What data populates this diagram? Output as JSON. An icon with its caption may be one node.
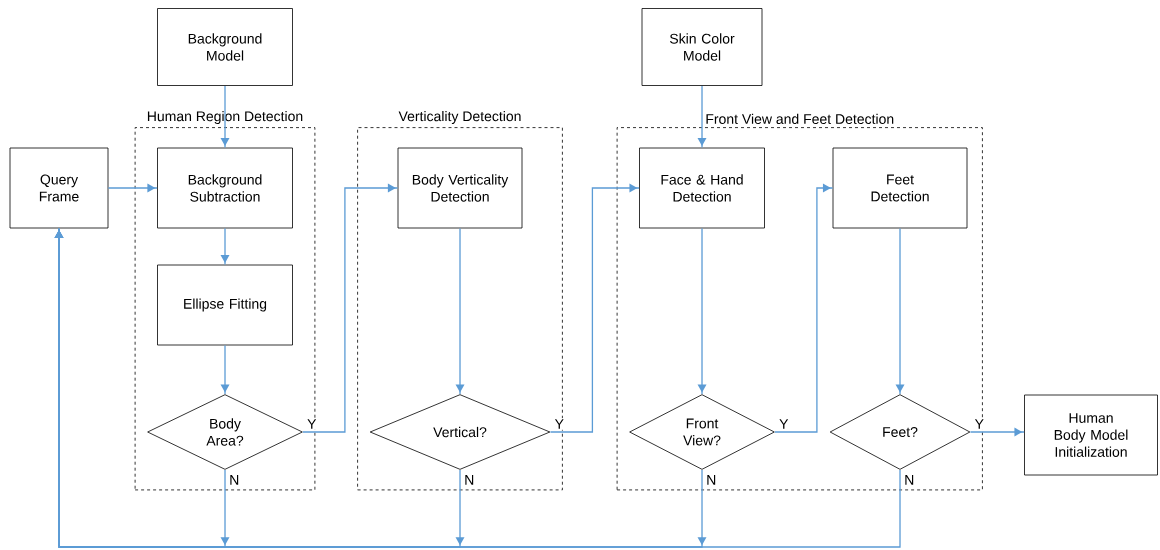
{
  "diagram": {
    "nodes": [
      {
        "text": [
          "Background Model"
        ]
      },
      {
        "text": [
          "Skin Color Model"
        ]
      },
      {
        "text": [
          "Query Frame"
        ]
      },
      {
        "text": [
          "Human Region Detection"
        ]
      },
      {
        "text": [
          "Background Subtraction"
        ],
        "in": 3
      },
      {
        "text": [
          "Ellipse Fitting"
        ],
        "in": 3
      },
      {
        "text": [
          "Body Area?"
        ],
        "in": 3
      },
      {
        "text": [
          "Verticality Detection"
        ]
      },
      {
        "text": [
          "Body Verticality Detection"
        ],
        "in": 7
      },
      {
        "text": [
          "Vertical?"
        ],
        "in": 7
      },
      {
        "text": [
          "Front View and Feet Detection"
        ]
      },
      {
        "text": [
          "Face & Hand Detection"
        ],
        "in": 10
      },
      {
        "text": [
          "Feet Detection"
        ],
        "in": 10
      },
      {
        "text": [
          "Front View?"
        ],
        "in": 10
      },
      {
        "text": [
          "Feet?"
        ],
        "in": 10
      },
      {
        "text": [
          "Human Body Model Initialization"
        ]
      }
    ],
    "edges": [
      {
        "from": 0,
        "to": 4,
        "arrow": "to"
      },
      {
        "from": 1,
        "to": 11,
        "arrow": "to"
      },
      {
        "from": 2,
        "to": 4,
        "arrow": "to"
      },
      {
        "from": 4,
        "to": 5,
        "arrow": "to"
      },
      {
        "from": 5,
        "to": 6,
        "arrow": "to"
      },
      {
        "from": 6,
        "to": 8,
        "arrow": "to",
        "label": "Y"
      },
      {
        "from": 8,
        "to": 9,
        "arrow": "to"
      },
      {
        "from": 9,
        "to": 11,
        "arrow": "to",
        "label": "Y"
      },
      {
        "from": 11,
        "to": 13,
        "arrow": "to"
      },
      {
        "from": 13,
        "to": 12,
        "arrow": "to",
        "label": "Y"
      },
      {
        "from": 12,
        "to": 14,
        "arrow": "to"
      },
      {
        "from": 14,
        "to": 15,
        "arrow": "to",
        "label": "Y"
      },
      {
        "from": 6,
        "to": 2,
        "arrow": "to",
        "label": "N"
      },
      {
        "from": 9,
        "to": 2,
        "arrow": "to",
        "label": "N"
      },
      {
        "from": 13,
        "to": 2,
        "arrow": "to",
        "label": "N"
      },
      {
        "from": 14,
        "to": 2,
        "arrow": "to",
        "label": "N"
      }
    ]
  }
}
